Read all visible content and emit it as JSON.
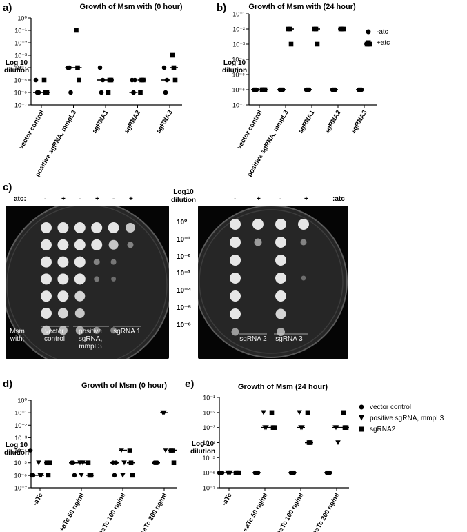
{
  "panels": {
    "a": "a)",
    "b": "b)",
    "c": "c)",
    "d": "d)",
    "e": "e)"
  },
  "ylabel": "Log 10 dilution",
  "tick_labels": [
    "10⁰",
    "10⁻¹",
    "10⁻²",
    "10⁻³",
    "10⁻⁴",
    "10⁻⁵",
    "10⁻⁶",
    "10⁻⁷"
  ],
  "legend_top": {
    "items": [
      {
        "label": "-atc",
        "marker": "circle"
      },
      {
        "label": "+atc",
        "marker": "square"
      }
    ]
  },
  "legend_bottom": {
    "items": [
      {
        "label": "vector control",
        "marker": "circle"
      },
      {
        "label": "positive sgRNA, mmpL3",
        "marker": "triangle"
      },
      {
        "label": "sgRNA2",
        "marker": "square"
      }
    ]
  },
  "chart_data": [
    {
      "id": "a",
      "type": "scatter",
      "title": "Growth of Msm with (0 hour)",
      "ylabel": "Log 10 dilution",
      "yscale": "log",
      "ylim_exp": [
        -7,
        0
      ],
      "categories": [
        "vector control",
        "positive sgRNA, mmpL3",
        "sgRNA1",
        "sgRNA2",
        "sgRNA3"
      ],
      "series": [
        {
          "name": "-atc",
          "marker": "circle",
          "points_exp": [
            [
              -5,
              -6,
              -6
            ],
            [
              -4,
              -4,
              -6
            ],
            [
              -4,
              -6,
              -5
            ],
            [
              -5,
              -6,
              -5
            ],
            [
              -4,
              -6,
              -5
            ]
          ],
          "median_exp": [
            -6,
            -4,
            -5,
            -6,
            -5
          ]
        },
        {
          "name": "+atc",
          "marker": "square",
          "points_exp": [
            [
              -5,
              -6,
              -6
            ],
            [
              -1,
              -4,
              -5
            ],
            [
              -6,
              -5,
              -5
            ],
            [
              -6,
              -5,
              -5
            ],
            [
              -3,
              -4,
              -5
            ]
          ],
          "median_exp": [
            -6,
            -4,
            -5,
            -5,
            -4
          ]
        }
      ]
    },
    {
      "id": "b",
      "type": "scatter",
      "title": "Growth of Msm with (24 hour)",
      "ylabel": "Log 10 dilution",
      "yscale": "log",
      "ylim_exp": [
        -7,
        -1
      ],
      "categories": [
        "vector control",
        "positive sgRNA, mmpL3",
        "sgRNA1",
        "sgRNA2",
        "sgRNA3"
      ],
      "series": [
        {
          "name": "-atc",
          "marker": "circle",
          "points_exp": [
            [
              -6,
              -6,
              -6
            ],
            [
              -6,
              -6,
              -6
            ],
            [
              -6,
              -6,
              -6
            ],
            [
              -6,
              -6,
              -6
            ],
            [
              -6,
              -6,
              -6
            ]
          ],
          "median_exp": [
            -6,
            -6,
            -6,
            -6,
            -6
          ]
        },
        {
          "name": "+atc",
          "marker": "square",
          "points_exp": [
            [
              -6,
              -6,
              -6
            ],
            [
              -2,
              -2,
              -3
            ],
            [
              -2,
              -2,
              -3
            ],
            [
              -2,
              -2,
              -2
            ],
            [
              -3,
              -3,
              -3
            ]
          ],
          "median_exp": [
            -6,
            -2,
            -2,
            -2,
            -3
          ]
        }
      ]
    },
    {
      "id": "d",
      "type": "scatter",
      "title": "Growth of Msm (0 hour)",
      "ylabel": "Log 10 dilution",
      "yscale": "log",
      "ylim_exp": [
        -7,
        0
      ],
      "categories": [
        "-aTc",
        "+aTc 50 ng/ml",
        "+aTc 100 ng/ml",
        "+aTc 200 ng/ml"
      ],
      "series": [
        {
          "name": "vector control",
          "marker": "circle",
          "points_exp": [
            [
              -4,
              -6,
              -6
            ],
            [
              -5,
              -5,
              -6
            ],
            [
              -5,
              -6,
              -5
            ],
            [
              -5,
              -5,
              -5
            ]
          ],
          "median_exp": [
            -6,
            -5,
            -5,
            -5
          ]
        },
        {
          "name": "positive sgRNA, mmpL3",
          "marker": "triangle",
          "points_exp": [
            [
              -5,
              -6,
              -6
            ],
            [
              -5,
              -6,
              -5
            ],
            [
              -4,
              -6,
              -5
            ],
            [
              -1,
              -1,
              -4
            ]
          ],
          "median_exp": [
            -6,
            -5,
            -4,
            -1
          ]
        },
        {
          "name": "sgRNA2",
          "marker": "square",
          "points_exp": [
            [
              -5,
              -6,
              -5
            ],
            [
              -5,
              -6,
              -6
            ],
            [
              -4,
              -5,
              -6
            ],
            [
              -4,
              -4,
              -5
            ]
          ],
          "median_exp": [
            -5,
            -6,
            -5,
            -4
          ]
        }
      ]
    },
    {
      "id": "e",
      "type": "scatter",
      "title": "Growth of Msm (24 hour)",
      "ylabel": "Log 10 dilution",
      "yscale": "log",
      "ylim_exp": [
        -7,
        -1
      ],
      "categories": [
        "-aTc",
        "+aTc 50 ng/ml",
        "+aTc 100 ng/ml",
        "+aTc 200 ng/ml"
      ],
      "series": [
        {
          "name": "vector control",
          "marker": "circle",
          "points_exp": [
            [
              -6,
              -6,
              -6
            ],
            [
              -6,
              -6,
              -6
            ],
            [
              -6,
              -6,
              -6
            ],
            [
              -6,
              -6,
              -6
            ]
          ],
          "median_exp": [
            -6,
            -6,
            -6,
            -6
          ]
        },
        {
          "name": "positive sgRNA, mmpL3",
          "marker": "triangle",
          "points_exp": [
            [
              -6,
              -6,
              -6
            ],
            [
              -2,
              -3,
              -3
            ],
            [
              -2,
              -3,
              -3
            ],
            [
              -3,
              -3,
              -4
            ]
          ],
          "median_exp": [
            -6,
            -3,
            -3,
            -3
          ]
        },
        {
          "name": "sgRNA2",
          "marker": "square",
          "points_exp": [
            [
              -6,
              -6,
              -6
            ],
            [
              -2,
              -3,
              -3
            ],
            [
              -2,
              -4,
              -4
            ],
            [
              -2,
              -3,
              -3
            ]
          ],
          "median_exp": [
            -6,
            -3,
            -4,
            -3
          ]
        }
      ]
    }
  ],
  "panel_c": {
    "atc_label": "atc:",
    "atc_right_label": ":atc",
    "signs_left": [
      "-",
      "+",
      "-",
      "+",
      "-",
      "+"
    ],
    "signs_right": [
      "-",
      "+",
      "-",
      "+"
    ],
    "dilution_header": "Log10 dilution",
    "dilutions": [
      "10⁰",
      "10⁻¹",
      "10⁻²",
      "10⁻³",
      "10⁻⁴",
      "10⁻⁵",
      "10⁻⁶"
    ],
    "msm_with": "Msm with:",
    "left_groups": [
      "vector control",
      "positive sgRNA, mmpL3",
      "sgRNA 1"
    ],
    "right_groups": [
      "sgRNA 2",
      "sgRNA 3"
    ],
    "left_plate_growth": [
      [
        1,
        1,
        1,
        1,
        1,
        0.8
      ],
      [
        1,
        1,
        1,
        1,
        0.8,
        0.3
      ],
      [
        1,
        1,
        1,
        0.3,
        0.2,
        0
      ],
      [
        1,
        1,
        1,
        0.2,
        0.1,
        0
      ],
      [
        1,
        1,
        0.9,
        0,
        0,
        0
      ],
      [
        1,
        0.9,
        0.8,
        0,
        0,
        0
      ],
      [
        0.8,
        0.7,
        0.6,
        0.4,
        0.3,
        0
      ]
    ],
    "right_plate_growth": [
      [
        1,
        1,
        1,
        1
      ],
      [
        1,
        0.5,
        1,
        0.3
      ],
      [
        1,
        0,
        1,
        0
      ],
      [
        1,
        0,
        1,
        0.1
      ],
      [
        1,
        0,
        1,
        0
      ],
      [
        1,
        0,
        0.9,
        0
      ],
      [
        0.5,
        0,
        0.6,
        0
      ]
    ]
  }
}
